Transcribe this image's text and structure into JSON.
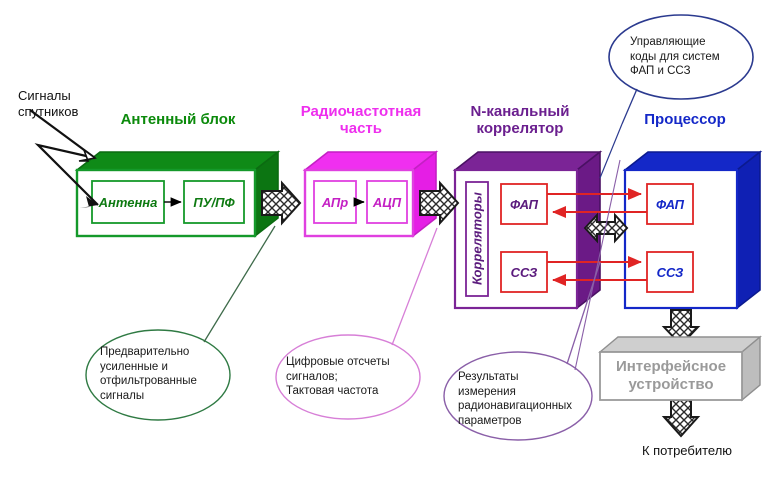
{
  "diagram": {
    "title_labels": {
      "antenna_block": "Антенный блок",
      "rf_part": "Радиочастотная\nчасть",
      "correlator": "N-канальный\nкоррелятор",
      "processor": "Процессор"
    },
    "blocks": {
      "antenna_block": {
        "heading": "Антенный блок",
        "color": "#0b8a0b",
        "inner": [
          {
            "name": "antenna",
            "label": "Антенна"
          },
          {
            "name": "pu-pf",
            "label": "ПУ/ПФ"
          }
        ]
      },
      "rf_part": {
        "heading": "Радиочастотная часть",
        "color": "#ee2fee",
        "inner": [
          {
            "name": "apr",
            "label": "АПр"
          },
          {
            "name": "atsp",
            "label": "АЦП"
          }
        ]
      },
      "correlator": {
        "heading": "N-канальный коррелятор",
        "color": "#6b1f8f",
        "inner": [
          {
            "name": "correlators",
            "label": "Корреляторы"
          },
          {
            "name": "fap",
            "label": "ФАП"
          },
          {
            "name": "ssz",
            "label": "ССЗ"
          }
        ]
      },
      "processor": {
        "heading": "Процессор",
        "color": "#1428c8",
        "inner": [
          {
            "name": "fap",
            "label": "ФАП"
          },
          {
            "name": "ssz",
            "label": "ССЗ"
          }
        ]
      },
      "interface_device": {
        "label": "Интерфейсное\nустройство",
        "color": "#9a9a9a"
      }
    },
    "annotations": {
      "satellite_signals": "Сигналы\nспутников",
      "to_consumer": "К потребителю"
    },
    "callouts": [
      {
        "name": "control-codes",
        "text": "Управляющие\nкоды для систем\nФАП и ССЗ",
        "color": "#2b3a8f"
      },
      {
        "name": "preamplified-signals",
        "text": "Предварительно\nусиленные и\nотфильтрованные\nсигналы",
        "color": "#2f7a43"
      },
      {
        "name": "digital-samples",
        "text": "Цифровые отсчеты\nсигналов;\nТактовая частота",
        "color": "#d77fd7"
      },
      {
        "name": "measurement-results",
        "text": "Результаты\nизмерения\nрадионавигационных\nпараметров",
        "color": "#8a5fa8"
      }
    ]
  }
}
